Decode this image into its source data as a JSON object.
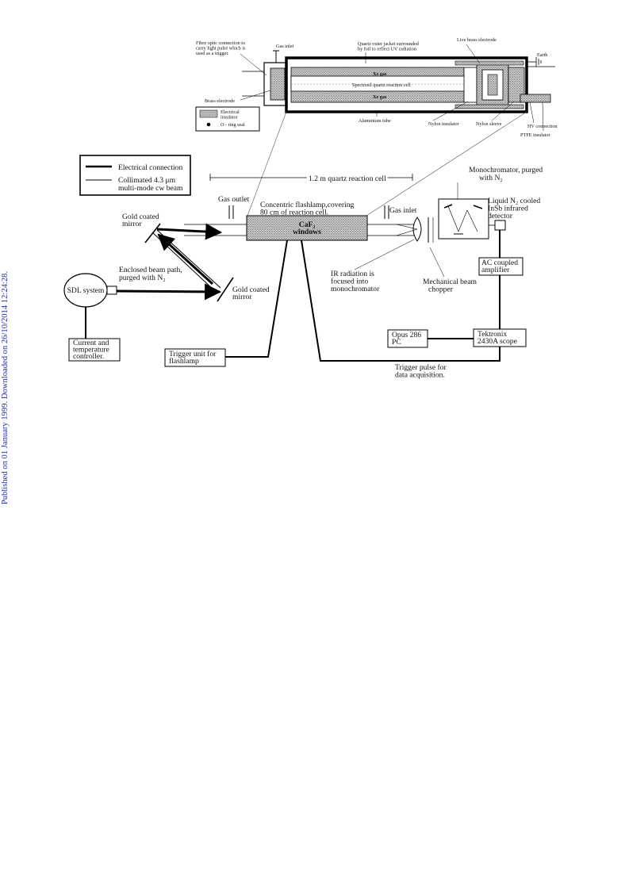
{
  "sidebar_note": "Published on 01 January 1999. Downloaded on 26/10/2014 12:24:28.",
  "inset": {
    "fibre_optic": [
      "Fibre optic connection to",
      "carry light pulse which is",
      "used as a trigger."
    ],
    "gas_inlet": "Gas inlet",
    "quartz_jacket": [
      "Quartz outer jacket surrounded",
      "by foil to reflect UV radiation"
    ],
    "live_electrode": "Live brass electrode",
    "xe_gas_top": "Xe gas",
    "spectrosil": "Spectrosil quartz reaction cell",
    "xe_gas_bottom": "Xe gas",
    "earth": "Earth",
    "brass_electrode": "Brass electrode",
    "legend_insulator": [
      "Electrical",
      "insulator"
    ],
    "legend_oring": "O - ring seal",
    "aluminium_tube": "Aluminium tube",
    "nylon_insulator": "Nylon insulator",
    "nylon_sleeve": "Nylon sleeve",
    "hv_connection": "HV connection",
    "ptfe_insulator": "PTFE insulator"
  },
  "legend": {
    "electrical": "Electrical connection",
    "beam": [
      "Collimated 4.3 μm",
      "multi-mode cw beam"
    ]
  },
  "main": {
    "cell_length": "1.2 m quartz reaction cell",
    "gas_outlet": "Gas outlet",
    "flashlamp": [
      "Concentric flashlamp,covering",
      "80 cm of reaction cell."
    ],
    "gas_inlet": "Gas inlet",
    "monochromator": [
      "Monochromator, purged",
      "with N₂"
    ],
    "ln2_detector": [
      "Liquid N₂ cooled",
      "InSb infrared",
      "detector"
    ],
    "gold_mirror_top": [
      "Gold coated",
      "mirror"
    ],
    "windows": [
      "CaF₂",
      "windows"
    ],
    "enclosed_path": [
      "Enclosed beam path,",
      "purged with N₂"
    ],
    "sdl_system": "SDL system",
    "gold_mirror_bottom": [
      "Gold coated",
      "mirror"
    ],
    "ir_radiation": [
      "IR radiation is",
      "focused into",
      "monochromator"
    ],
    "chopper": [
      "Mechanical beam",
      "chopper"
    ],
    "ac_amplifier": [
      "AC coupled",
      "amplifier"
    ],
    "current_controller": [
      "Current and",
      "temperature",
      "controller."
    ],
    "trigger_unit": [
      "Trigger unit for",
      "flashlamp"
    ],
    "opus_pc": [
      "Opus 286",
      "PC"
    ],
    "tektronix": [
      "Tektronix",
      "2430A scope"
    ],
    "trigger_pulse": [
      "Trigger pulse for",
      "data acquisition."
    ]
  }
}
